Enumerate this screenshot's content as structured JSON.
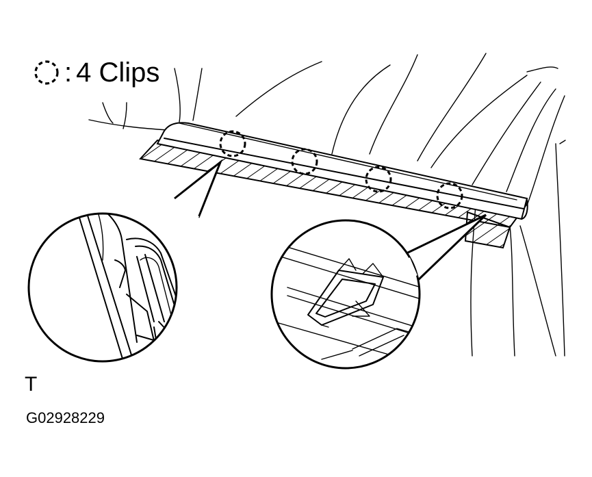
{
  "legend": {
    "symbol_icon": "dashed-circle-icon",
    "separator": ":",
    "label": "4 Clips"
  },
  "clips": {
    "count": 4
  },
  "marker": "T",
  "figure_code": "G02928229",
  "colors": {
    "ink": "#000000",
    "paper": "#ffffff"
  }
}
